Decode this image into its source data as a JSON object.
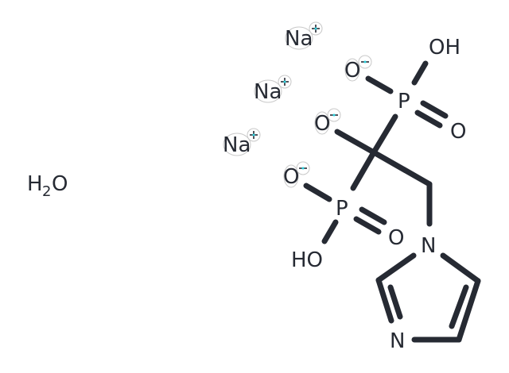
{
  "molecule": {
    "name_hint": "zoledronate trisodium hydrate",
    "colors": {
      "bond": "#262a33",
      "atom_text": "#262a33",
      "charge_marker": "#2fd3e0",
      "halo": "#c8c8c8"
    },
    "ions": [
      {
        "label": "Na",
        "charge": "+"
      },
      {
        "label": "Na",
        "charge": "+"
      },
      {
        "label": "Na",
        "charge": "+"
      }
    ],
    "water": {
      "h": "H",
      "sub": "2",
      "o": "O"
    },
    "atoms": {
      "o_minus_top": "O",
      "oh_top": "OH",
      "p_top": "P",
      "o_dbl_top": "O",
      "o_minus_mid": "O",
      "o_minus_bot": "O",
      "p_bot": "P",
      "o_dbl_bot": "O",
      "ho_bot": "HO",
      "n1": "N",
      "n3": "N"
    },
    "charges": {
      "plus": "+",
      "minus": "−"
    }
  }
}
